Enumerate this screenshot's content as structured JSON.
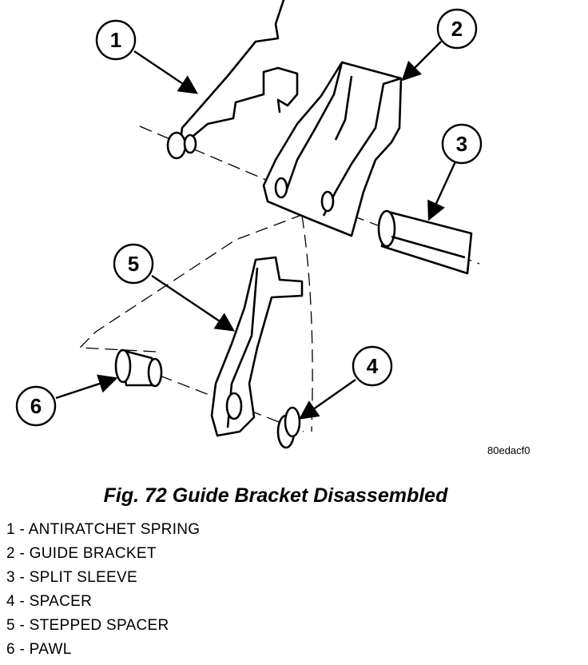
{
  "callouts": [
    "1",
    "2",
    "3",
    "4",
    "5",
    "6"
  ],
  "image_code": "80edacf0",
  "caption": "Fig. 72 Guide Bracket Disassembled",
  "legend": [
    "1 - ANTIRATCHET SPRING",
    "2 - GUIDE BRACKET",
    "3 - SPLIT SLEEVE",
    "4 - SPACER",
    "5 - STEPPED SPACER",
    "6 - PAWL"
  ]
}
